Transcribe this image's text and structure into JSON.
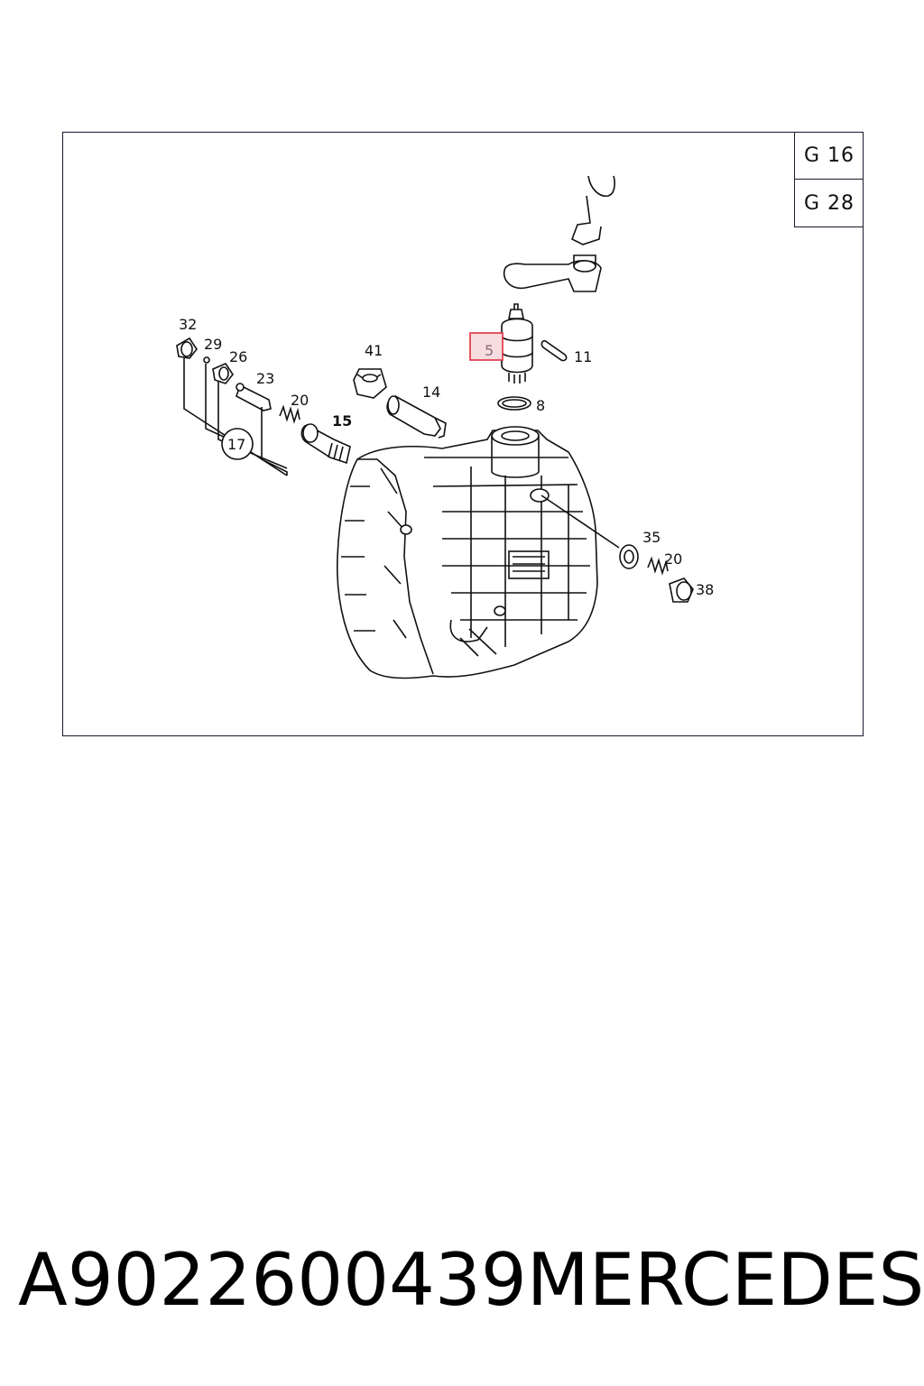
{
  "diagram": {
    "ref_codes": [
      "G 16",
      "G 28"
    ],
    "highlighted_part": "5",
    "part_labels": [
      {
        "id": "32",
        "text": "32"
      },
      {
        "id": "29",
        "text": "29"
      },
      {
        "id": "26",
        "text": "26"
      },
      {
        "id": "23",
        "text": "23"
      },
      {
        "id": "20a",
        "text": "20"
      },
      {
        "id": "17",
        "text": "17"
      },
      {
        "id": "15",
        "text": "15"
      },
      {
        "id": "41",
        "text": "41"
      },
      {
        "id": "14",
        "text": "14"
      },
      {
        "id": "5",
        "text": "5"
      },
      {
        "id": "11",
        "text": "11"
      },
      {
        "id": "8",
        "text": "8"
      },
      {
        "id": "35",
        "text": "35"
      },
      {
        "id": "20b",
        "text": "20"
      },
      {
        "id": "38",
        "text": "38"
      }
    ]
  },
  "footer": {
    "part_number": "A9022600439",
    "brand": "MERCEDES"
  },
  "colors": {
    "highlight_border": "#e03040",
    "highlight_fill": "#f8dde0",
    "line": "#111111"
  }
}
